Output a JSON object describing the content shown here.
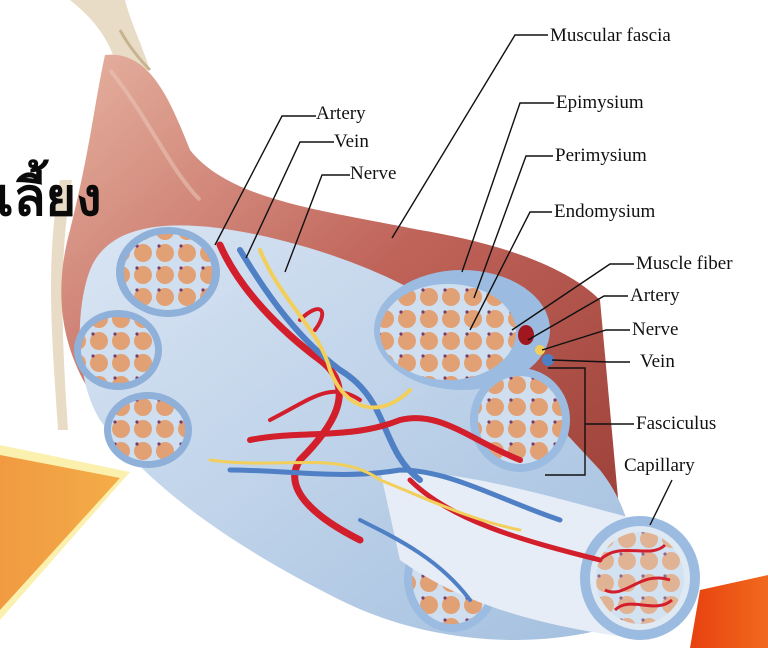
{
  "heading_fragment": "เลี้ยง",
  "labels": {
    "artery_top": "Artery",
    "vein_top": "Vein",
    "nerve_top": "Nerve",
    "muscular_fascia": "Muscular fascia",
    "epimysium": "Epimysium",
    "perimysium": "Perimysium",
    "endomysium": "Endomysium",
    "muscle_fiber": "Muscle fiber",
    "artery_right": "Artery",
    "nerve_right": "Nerve",
    "vein_right": "Vein",
    "fasciculus": "Fasciculus",
    "capillary": "Capillary"
  },
  "colors": {
    "muscle": "#c0645a",
    "fascia": "#a9c6e6",
    "fiber": "#e2a175",
    "artery": "#d21f2b",
    "vein": "#4f7fc4",
    "nerve": "#f2cf5a",
    "accent_orange": "#e8410f"
  }
}
